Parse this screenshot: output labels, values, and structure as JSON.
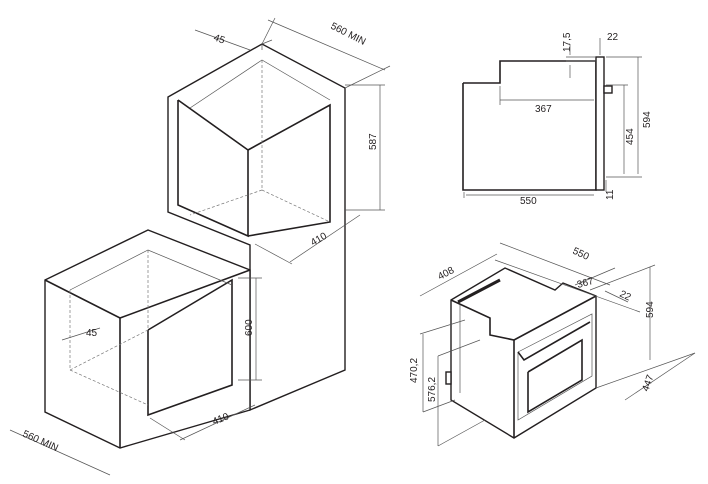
{
  "column_install": {
    "labels": {
      "top_vent": "45",
      "top_width": "560 MIN",
      "top_height": "587",
      "top_depth": "410",
      "bottom_vent": "45",
      "bottom_height": "600",
      "bottom_depth": "410",
      "bottom_width": "560 MIN"
    }
  },
  "side_view": {
    "labels": {
      "top_offset": "17,5",
      "panel_thickness": "22",
      "top_depth": "367",
      "door_height": "454",
      "total_height": "594",
      "body_depth": "550",
      "bottom_offset": "11"
    }
  },
  "iso_view": {
    "labels": {
      "width": "408",
      "depth": "550",
      "top_depth": "367",
      "panel": "22",
      "height": "594",
      "rear_height": "470,2",
      "front_height": "576,2",
      "front_width": "447"
    }
  }
}
